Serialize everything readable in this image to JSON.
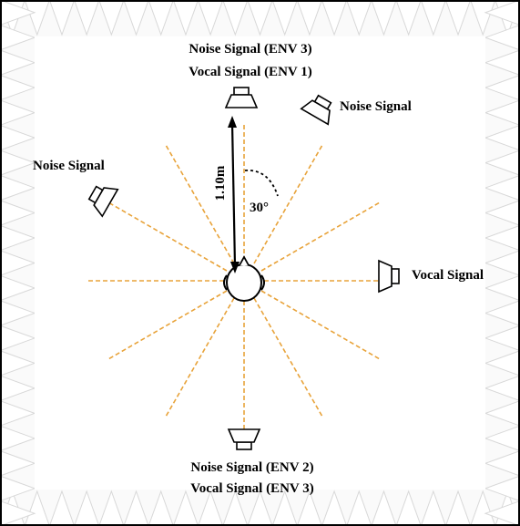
{
  "labels": {
    "top_line1": "Noise Signal (ENV 3)",
    "top_line2": "Vocal Signal (ENV 1)",
    "upper_right": "Noise Signal",
    "left": "Noise Signal",
    "right": "Vocal Signal",
    "bottom_line1": "Noise Signal (ENV 2)",
    "bottom_line2": "Vocal Signal (ENV 3)",
    "distance": "1.10m",
    "angle": "30°"
  },
  "colors": {
    "frame": "#000000",
    "wedge_fill": "#ffffff",
    "wedge_stroke": "#d8d8d8",
    "ray": "#e8a33a"
  },
  "icons": [
    "head-icon",
    "speaker-icon",
    "distance-arrow-icon",
    "angle-arc-icon",
    "anechoic-wedge-icon"
  ]
}
